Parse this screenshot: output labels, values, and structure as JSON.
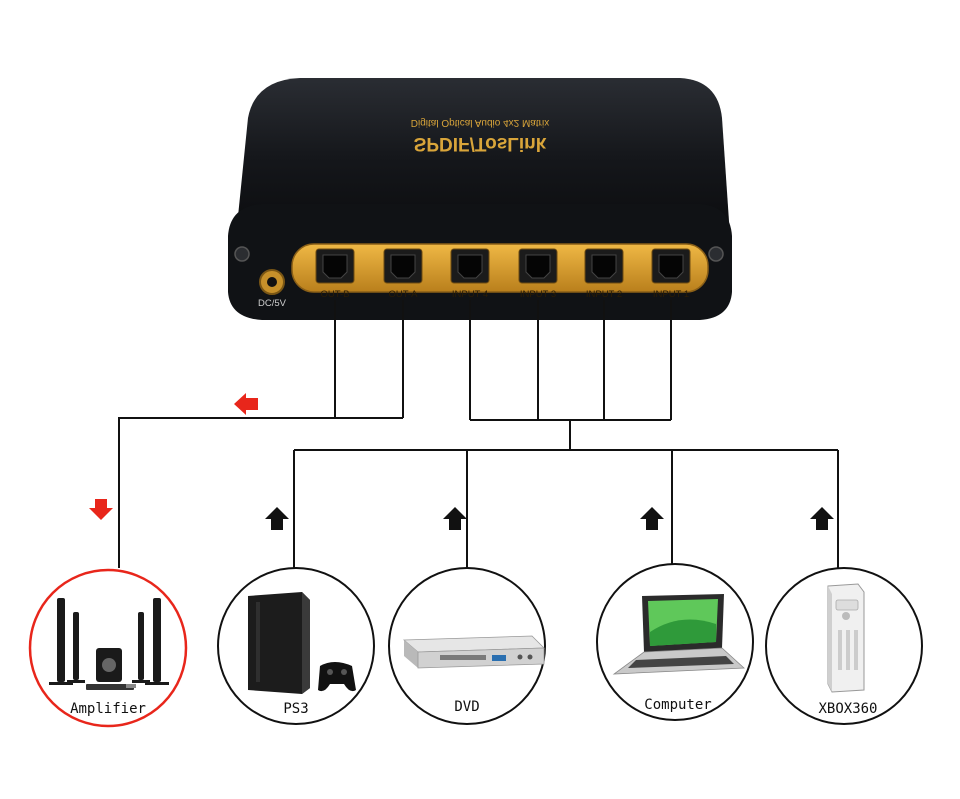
{
  "device": {
    "brand_main": "SPDIF/TosLink",
    "brand_sub": "Digital Optical Audio 4x2 Matrix",
    "power_label": "DC/5V",
    "ports": [
      "OUT-B",
      "OUT-A",
      "INPUT 4",
      "INPUT 3",
      "INPUT 2",
      "INPUT 1"
    ]
  },
  "endpoints": [
    {
      "label": "Amplifier",
      "role": "output"
    },
    {
      "label": "PS3",
      "role": "input"
    },
    {
      "label": "DVD",
      "role": "input"
    },
    {
      "label": "Computer",
      "role": "input"
    },
    {
      "label": "XBOX360",
      "role": "input"
    }
  ],
  "colors": {
    "device_body": "#15171b",
    "device_panel": "#d69b2c",
    "output_accent": "#e8261b",
    "input_arrow": "#111111",
    "circle_stroke": "#111111"
  }
}
